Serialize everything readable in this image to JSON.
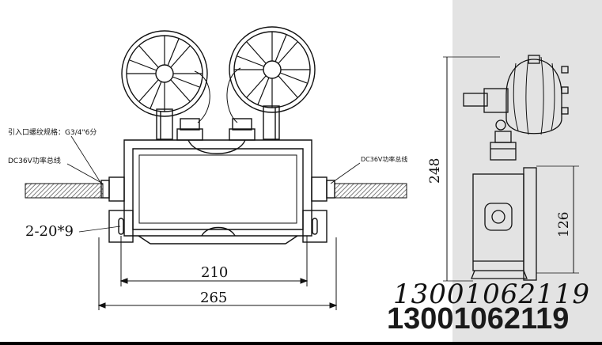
{
  "diagram": {
    "labels": {
      "cable_entry_spec": "引入口螺纹规格：G3/4\"6分",
      "left_power_line": "DC36V功率总线",
      "right_power_line": "DC36V功率总线",
      "mount_holes": "2-20*9"
    },
    "dimensions": {
      "hole_spacing": "210",
      "overall_width": "265",
      "overall_height": "248",
      "box_height": "126"
    },
    "watermark": {
      "phone_italic": "13001062119",
      "phone_bold": "13001062119"
    }
  },
  "colors": {
    "background": "#000000",
    "paper": "#ffffff",
    "side_panel": "#e3e3e3",
    "line": "#111111",
    "cable_hatch": "#555555"
  }
}
